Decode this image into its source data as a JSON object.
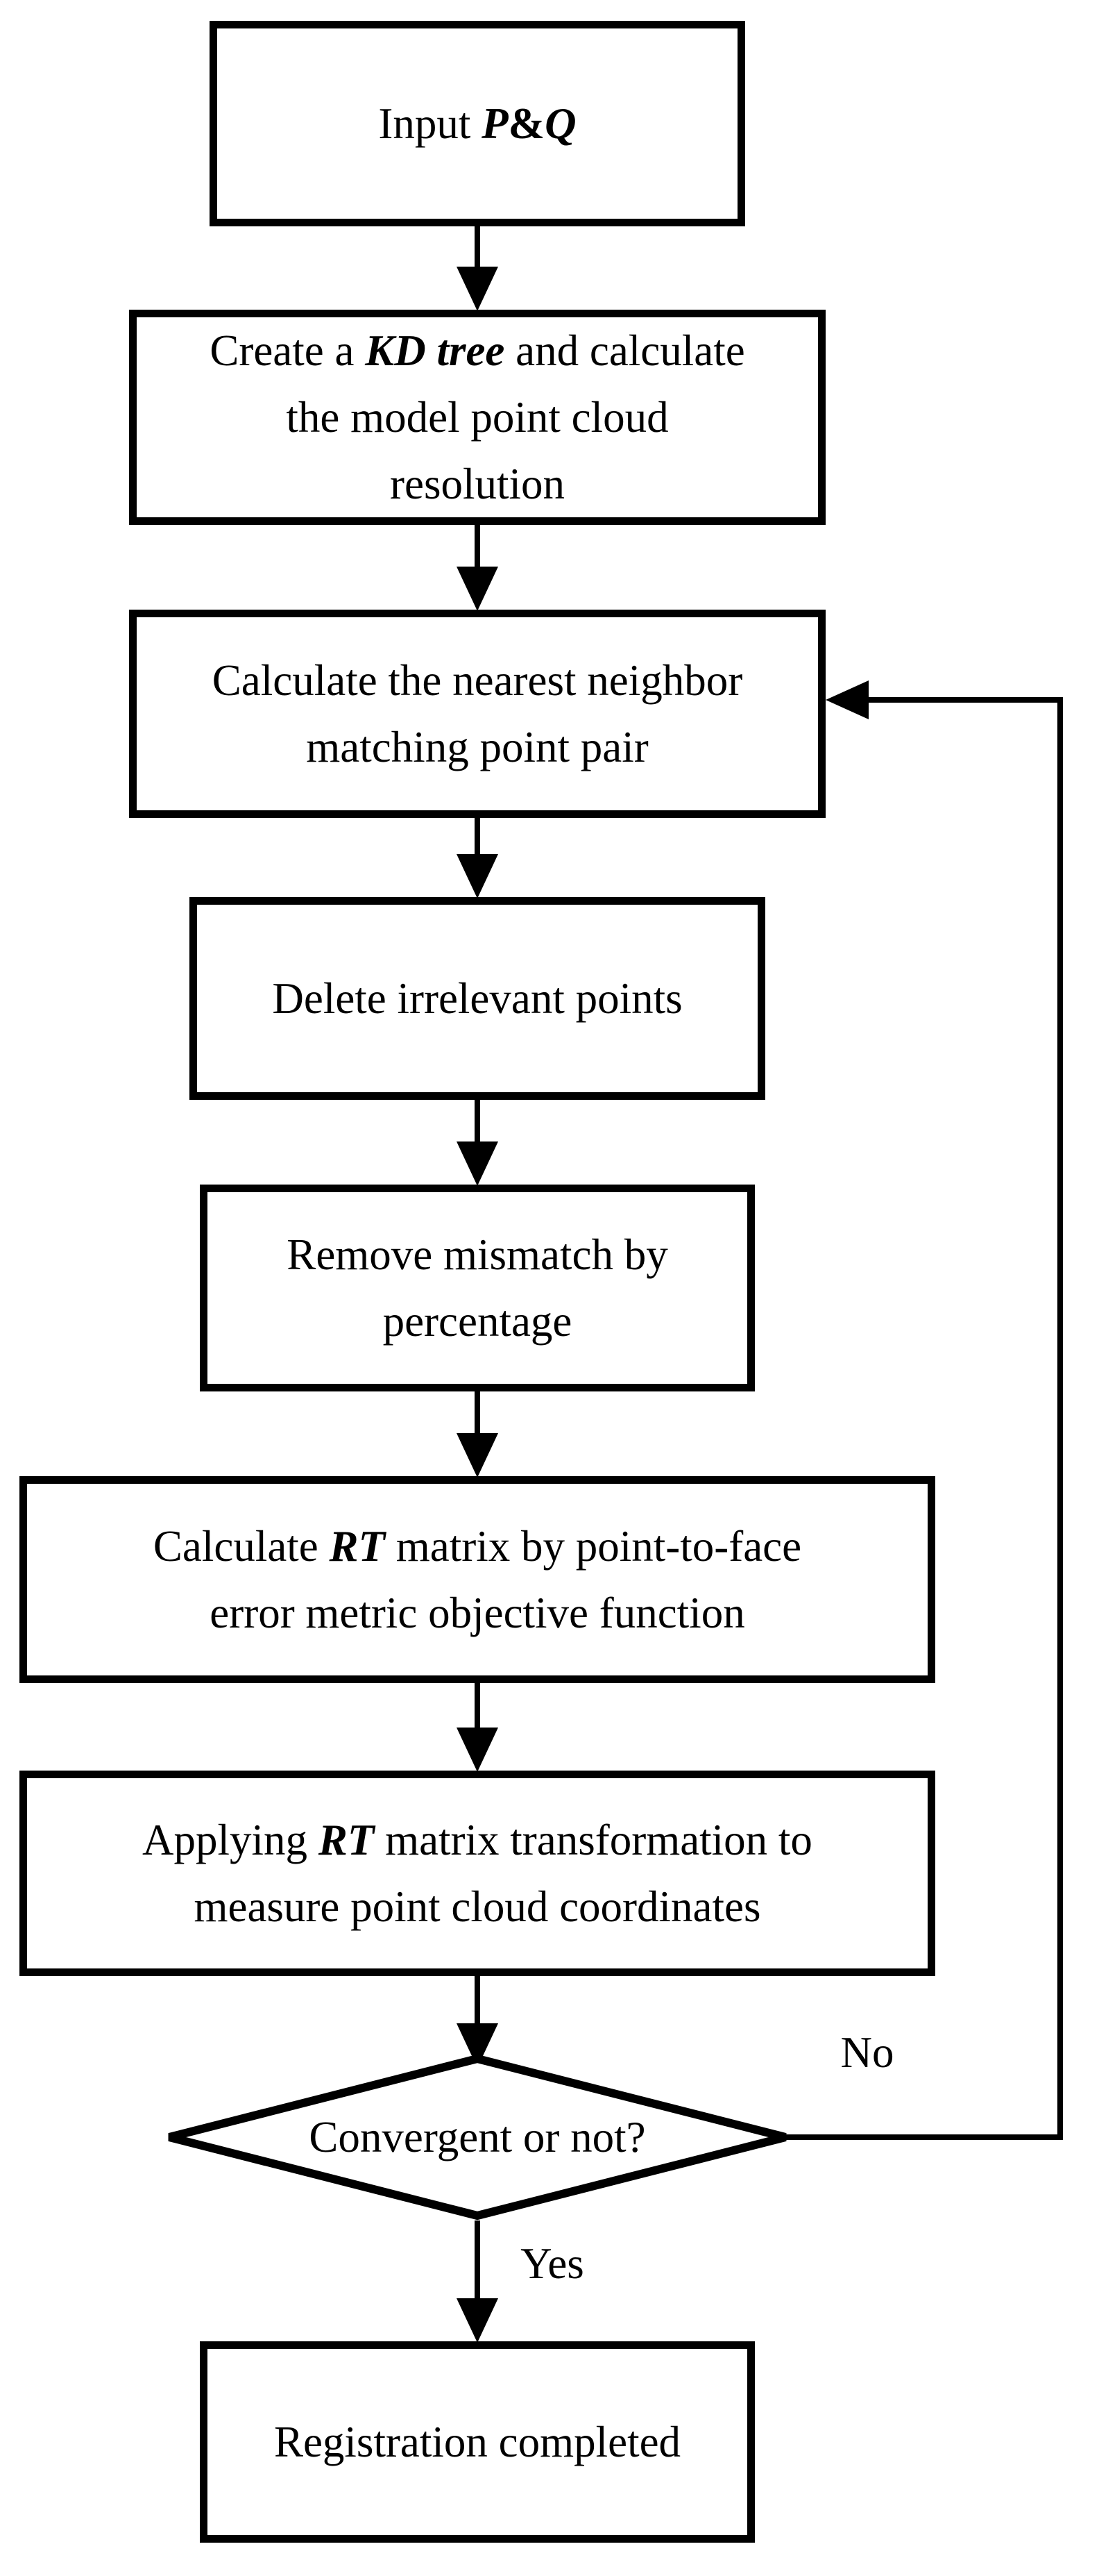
{
  "diagram_type": "flowchart",
  "colors": {
    "stroke": "#000000",
    "background": "#ffffff",
    "node_fill": "#ffffff"
  },
  "nodes": {
    "input": {
      "seg_pre": "Input ",
      "seg_p": "P",
      "seg_amp": "&",
      "seg_q": "Q"
    },
    "kdtree": {
      "line1_pre": "Create a ",
      "line1_var": "KD tree",
      "line1_post": " and calculate",
      "line2": "the model point cloud",
      "line3": "resolution"
    },
    "nearest": {
      "line1": "Calculate the nearest neighbor",
      "line2": "matching point pair"
    },
    "delete": {
      "line1": "Delete irrelevant points"
    },
    "remove": {
      "line1": "Remove mismatch by",
      "line2": "percentage"
    },
    "rtcalc": {
      "line1_pre": "Calculate ",
      "line1_var": "RT",
      "line1_post": " matrix by point-to-face",
      "line2": "error metric objective function"
    },
    "rtapply": {
      "line1_pre": "Applying ",
      "line1_var": "RT",
      "line1_post": " matrix transformation to",
      "line2": "measure point cloud coordinates"
    },
    "decision": {
      "line1": "Convergent or not?"
    },
    "done": {
      "line1": "Registration completed"
    }
  },
  "edge_labels": {
    "no": "No",
    "yes": "Yes"
  }
}
